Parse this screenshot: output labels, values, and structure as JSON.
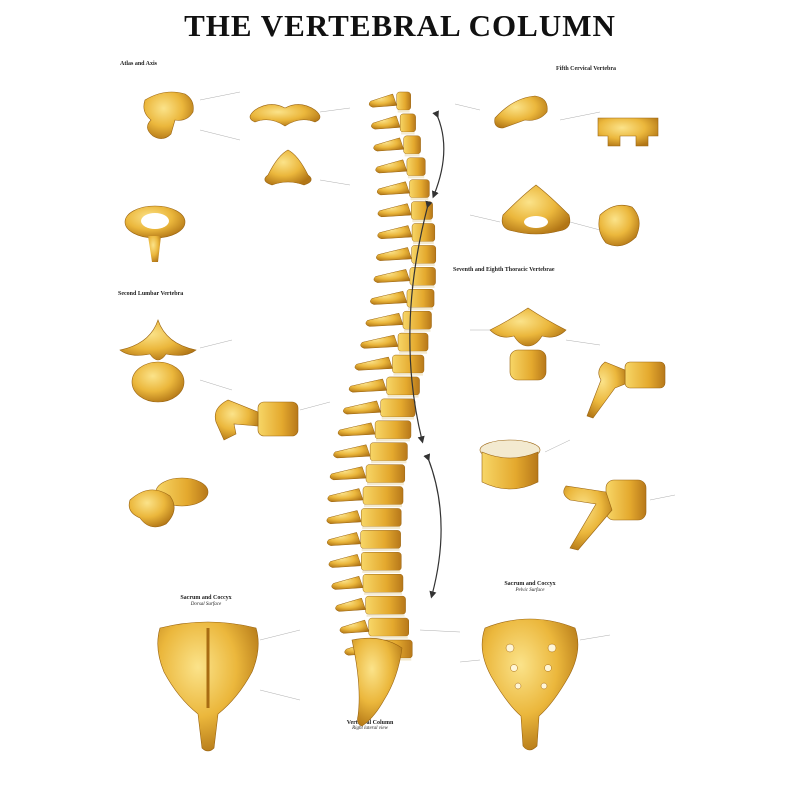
{
  "title": "THE VERTEBRAL COLUMN",
  "sections": {
    "atlas_axis": "Atlas and Axis",
    "fifth_cervical": "Fifth Cervical Vertebra",
    "second_lumbar": "Second Lumbar Vertebra",
    "seventh_eighth_thoracic": "Seventh and Eighth Thoracic Vertebrae",
    "sacrum_coccyx_left": "Sacrum and Coccyx",
    "sacrum_coccyx_left_sub": "Dorsal Surface",
    "sacrum_coccyx_right": "Sacrum and Coccyx",
    "sacrum_coccyx_right_sub": "Pelvic Surface"
  },
  "main_caption": {
    "name": "Vertebral Column",
    "view": "Right lateral view"
  },
  "colors": {
    "bone_light": "#f6cf5a",
    "bone_mid": "#e3a62a",
    "bone_dark": "#a86c12",
    "disc": "#f3ead0",
    "line": "#888888",
    "arrow": "#333333"
  }
}
